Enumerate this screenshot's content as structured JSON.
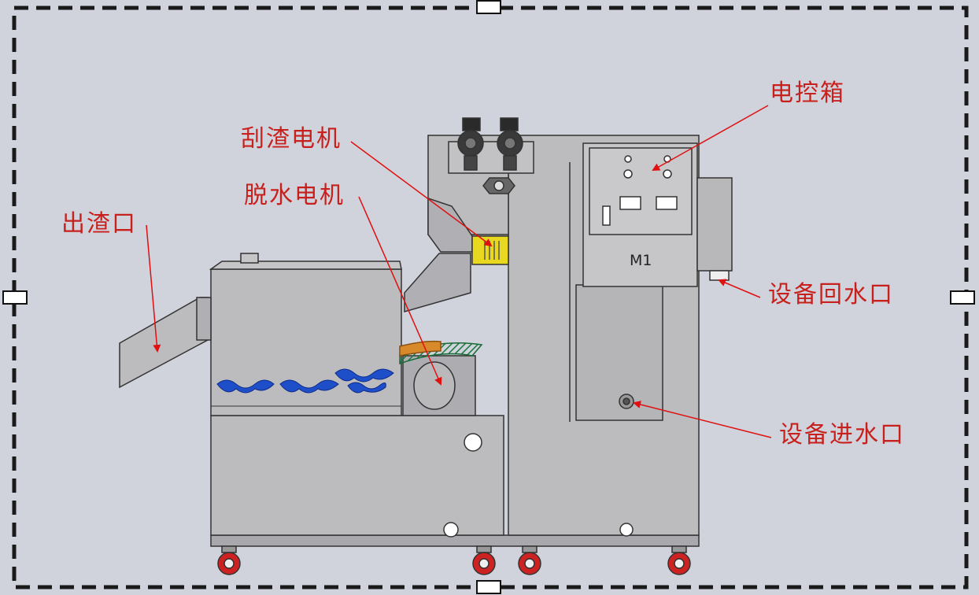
{
  "colors": {
    "background": "#d0d3dc",
    "machine_body": "#bcbcbf",
    "machine_shade": "#a9a9ad",
    "outline": "#333333",
    "label_text": "#c8201c",
    "arrow": "#e01010",
    "accent_yellow": "#e8d820",
    "accent_blue": "#1f4fc8",
    "accent_green": "#28a85a",
    "accent_orange": "#d88a2a",
    "wheel_red": "#cc2222",
    "frame_dash": "#1a1a1a"
  },
  "labels": {
    "control_box": "电控箱",
    "scraper_motor": "刮渣电机",
    "dewater_motor": "脱水电机",
    "slag_outlet": "出渣口",
    "return_water": "设备回水口",
    "inlet_water": "设备进水口"
  },
  "panel": {
    "tag": "M1"
  }
}
